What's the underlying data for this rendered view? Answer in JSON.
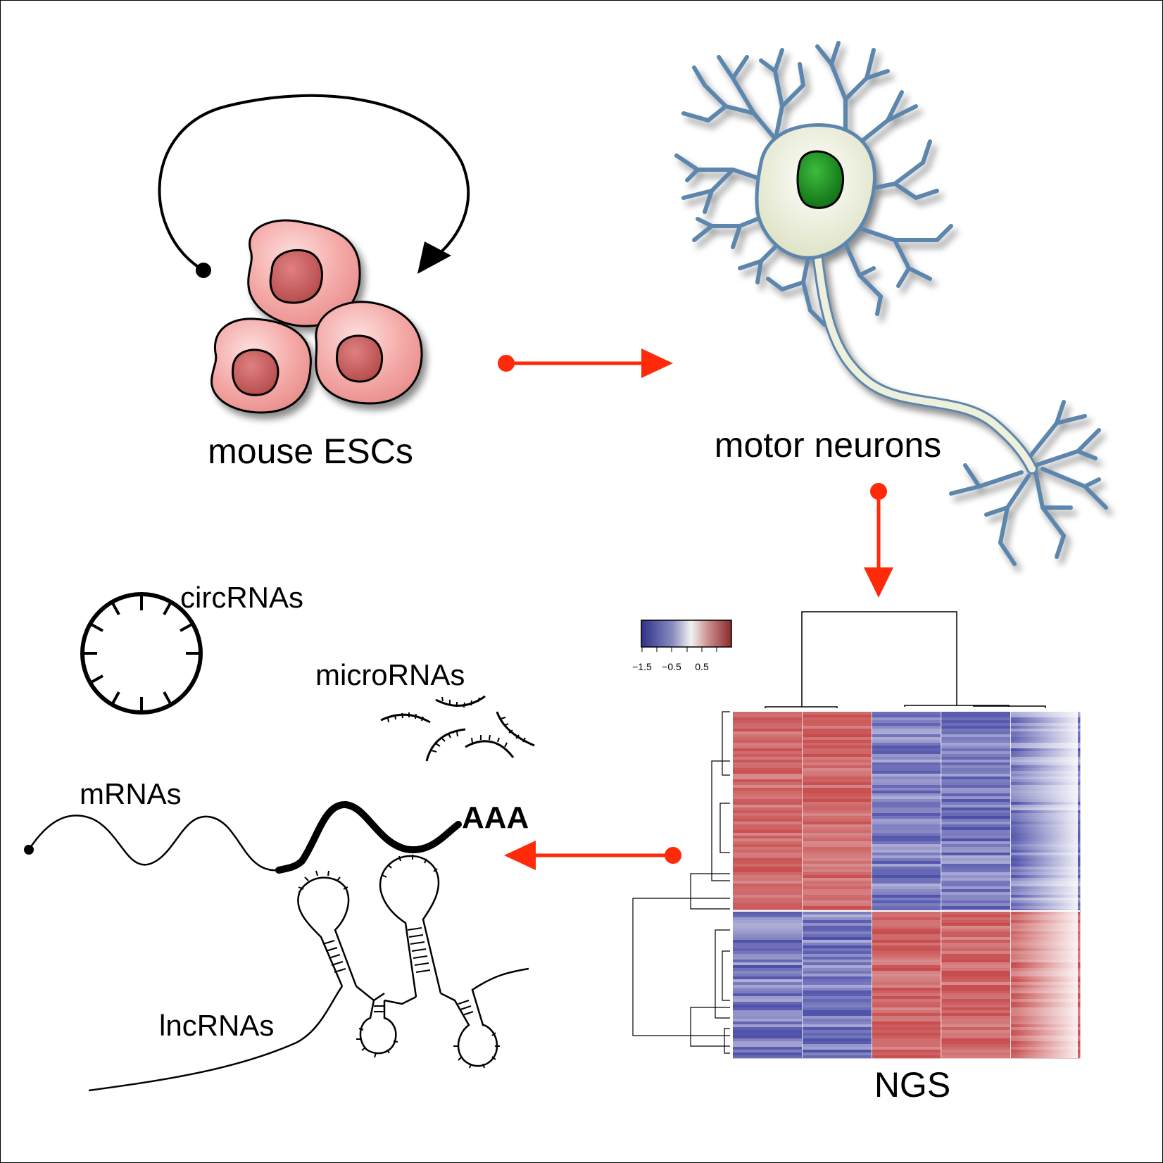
{
  "labels": {
    "esc": "mouse ESCs",
    "neuron": "motor neurons",
    "ngs": "NGS",
    "circ": "circRNAs",
    "micro": "microRNAs",
    "mrna": "mRNAs",
    "polya": "AAA",
    "lnc": "lncRNAs"
  },
  "colorkey": {
    "ticks": [
      "−1.5",
      "−0.5",
      "0.5"
    ]
  },
  "colors": {
    "arrow": "#ff2a0a",
    "cell_fill": "#f4aaa8",
    "nucleus_fill": "#c45a5a",
    "neuron_fill": "#eef0dc",
    "dendrite": "#5b86ad",
    "neuron_nucleus": "#16821c",
    "heat_high": "#c33c3c",
    "heat_low": "#3a3c9a"
  }
}
